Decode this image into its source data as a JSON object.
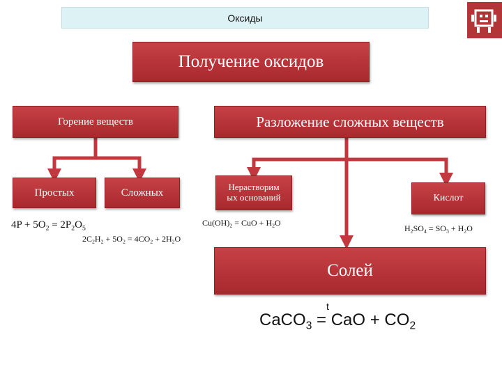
{
  "header": {
    "title": "Оксиды"
  },
  "diagram": {
    "root": "Получение оксидов",
    "combustion": "Горение веществ",
    "decomposition": "Разложение сложных веществ",
    "simple": "Простых",
    "complex": "Сложных",
    "insoluble_bases_line1": "Нерастворим",
    "insoluble_bases_line2": "ых оснований",
    "acids": "Кислот",
    "salts": "Солей"
  },
  "equations": {
    "simple_combustion": {
      "p1": "4P + 5O",
      "s1": "2",
      "p2": " = 2P",
      "s2": "2",
      "p3": "O",
      "s3": "5"
    },
    "complex_combustion": {
      "p1": "2C",
      "s1": "2",
      "p2": "H",
      "s2": "2",
      "p3": " + 5O",
      "s3": "2",
      "p4": " = 4CO",
      "s4": "2",
      "p5": " + 2H",
      "s5": "2",
      "p6": "O"
    },
    "base_decomposition": {
      "p1": "Cu(OH)",
      "s1": "2",
      "p2": " = CuO + H",
      "s2": "2",
      "p3": "O"
    },
    "acid_decomposition": {
      "p1": "H",
      "s1": "2",
      "p2": "SO",
      "s2": "4",
      "p3": " = SO",
      "s3": "3",
      "p4": " + H",
      "s4": "2",
      "p5": "O"
    },
    "salt_decomposition": {
      "condition": "t",
      "p1": "CaCO",
      "s1": "3",
      "p2": " = CaO + CO",
      "s2": "2"
    }
  },
  "colors": {
    "box": "#b3333a",
    "box_border": "#8e2124",
    "title_bar": "#dcf2f5",
    "arrow": "#c1383e"
  },
  "icons": {
    "logo": "robot-logo-icon"
  }
}
